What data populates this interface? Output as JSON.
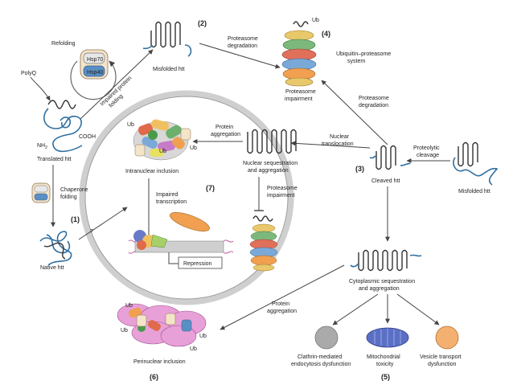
{
  "labels": {
    "polyq": "PolyQ",
    "refolding": "Refolding",
    "hsp70": "Hsp70",
    "hsp40": "Hsp40",
    "impaired_folding_1": "Impaired protein",
    "impaired_folding_2": "folding",
    "misfolded_htt_top": "Misfolded htt",
    "num2": "(2)",
    "proteasome_degradation_top_1": "Proteasome",
    "proteasome_degradation_top_2": "degradation",
    "ub_top": "Ub",
    "num4": "(4)",
    "ups_1": "Ubiquitin–proteasome",
    "ups_2": "system",
    "proteasome_impairment_top_1": "Proteasome",
    "proteasome_impairment_top_2": "impairment",
    "proteasome_degradation_mid_1": "Proteasome",
    "proteasome_degradation_mid_2": "degradation",
    "cooh": "COOH",
    "nh2": "NH",
    "nh2_sub": "2",
    "translated_htt": "Translated htt",
    "chaperone_1": "Chaperone",
    "chaperone_2": "folding",
    "num1": "(1)",
    "question": "?",
    "native_htt": "Native htt",
    "ub_in1": "Ub",
    "ub_in2": "Ub",
    "ub_in3": "Ub",
    "intranuclear_inclusion": "Intranuclear inclusion",
    "protein_aggregation_in_1": "Protein",
    "protein_aggregation_in_2": "aggregation",
    "nuclear_seq_1": "Nuclear sequestration",
    "nuclear_seq_2": "and aggregation",
    "num7": "(7)",
    "impaired_transcription_1": "Impaired",
    "impaired_transcription_2": "transcription",
    "proteasome_impairment_in_1": "Proteasome",
    "proteasome_impairment_in_2": "impairment",
    "repression": "Repression",
    "nuclear_translocation_1": "Nuclear",
    "nuclear_translocation_2": "translocation",
    "num3": "(3)",
    "cleaved_htt": "Cleaved htt",
    "proteolytic_1": "Proteolytic",
    "proteolytic_2": "cleavage",
    "misfolded_htt_right": "Misfolded htt",
    "cyto_seq_1": "Cytoplasmic sequestration",
    "cyto_seq_2": "and aggregation",
    "protein_aggregation_out_1": "Protein",
    "protein_aggregation_out_2": "aggregation",
    "ub_p1": "Ub",
    "ub_p2": "Ub",
    "ub_p3": "Ub",
    "ub_p4": "Ub",
    "perinuclear_inclusion": "Perinuclear inclusion",
    "num6": "(6)",
    "clathrin_1": "Clathrin-mediated",
    "clathrin_2": "endocytosis dysfunction",
    "mito_1": "Mitochondrial",
    "mito_2": "toxicity",
    "vesicle_1": "Vesicle transport",
    "vesicle_2": "dysfunction",
    "num5": "(5)"
  }
}
